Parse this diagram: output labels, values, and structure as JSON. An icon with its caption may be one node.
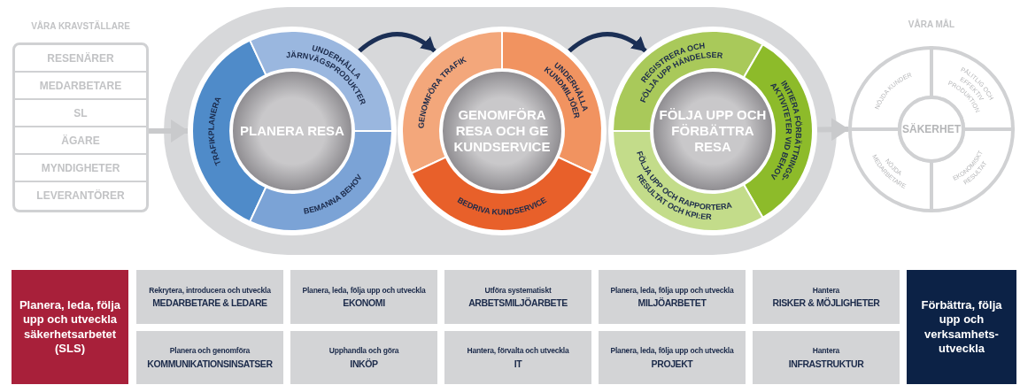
{
  "diagram": {
    "nodes": [
      {
        "text": [
          "VÅRA KRAVSTÄLLARE"
        ]
      },
      {
        "text": [
          "RESENÄRER"
        ],
        "in": 0
      },
      {
        "text": [
          "MEDARBETARE"
        ],
        "in": 0
      },
      {
        "text": [
          "SL"
        ],
        "in": 0
      },
      {
        "text": [
          "ÄGARE"
        ],
        "in": 0
      },
      {
        "text": [
          "MYNDIGHETER"
        ],
        "in": 0
      },
      {
        "text": [
          "LEVERANTÖRER"
        ],
        "in": 0
      },
      {
        "text": [
          "PLANERA RESA"
        ]
      },
      {
        "text": [
          "TRAFIKPLANERA"
        ],
        "in": 7
      },
      {
        "text": [
          "UNDERHÅLLA JÄRNVÄGSPRODUKTER"
        ],
        "in": 7
      },
      {
        "text": [
          "BEMANNA BEHOV"
        ],
        "in": 7
      },
      {
        "text": [
          "GENOMFÖRA RESA OCH GE KUNDSERVICE"
        ]
      },
      {
        "text": [
          "GENOMFÖRA TRAFIK"
        ],
        "in": 11
      },
      {
        "text": [
          "UNDERHÅLLA KUNDMILJÖER"
        ],
        "in": 11
      },
      {
        "text": [
          "BEDRIVA KUNDSERVICE"
        ],
        "in": 11
      },
      {
        "text": [
          "FÖLJA UPP OCH FÖRBÄTTRA RESA"
        ]
      },
      {
        "text": [
          "REGISTRERA OCH FÖLJA UPP HÄNDELSER"
        ],
        "in": 15
      },
      {
        "text": [
          "INITIERA FÖRBÄTTRINGS- AKTIVITETER VID BEHOV"
        ],
        "in": 15
      },
      {
        "text": [
          "FÖLJA UPP OCH RAPPORTERA RESULTAT OCH KPI:ER"
        ],
        "in": 15
      },
      {
        "text": [
          "VÅRA MÅL"
        ]
      },
      {
        "text": [
          "SÄKERHET"
        ],
        "in": 19
      },
      {
        "text": [
          "NÖJDA KUNDER"
        ],
        "in": 19
      },
      {
        "text": [
          "PÅLITLIG OCH EFFEKTIV PRODUKTION"
        ],
        "in": 19
      },
      {
        "text": [
          "NÖJDA MEDARBETARE"
        ],
        "in": 19
      },
      {
        "text": [
          "EKONOMISKT RESULTAT"
        ],
        "in": 19
      },
      {
        "text": [
          "Planera, leda, följa upp och utveckla säkerhetsarbetet (SLS)"
        ]
      },
      {
        "text": [
          "Rekrytera, introducera och utveckla",
          "MEDARBETARE & LEDARE"
        ]
      },
      {
        "text": [
          "Planera, leda, följa upp och utveckla",
          "EKONOMI"
        ]
      },
      {
        "text": [
          "Utföra systematiskt",
          "ARBETSMILJÖARBETE"
        ]
      },
      {
        "text": [
          "Planera, leda, följa upp och utveckla",
          "MILJÖARBETET"
        ]
      },
      {
        "text": [
          "Hantera",
          "RISKER & MÖJLIGHETER"
        ]
      },
      {
        "text": [
          "Planera och genomföra",
          "KOMMUNIKATIONSINSATSER"
        ]
      },
      {
        "text": [
          "Upphandla och göra",
          "INKÖP"
        ]
      },
      {
        "text": [
          "Hantera, förvalta och utveckla",
          "IT"
        ]
      },
      {
        "text": [
          "Planera, leda, följa upp och utveckla",
          "PROJEKT"
        ]
      },
      {
        "text": [
          "Hantera",
          "INFRASTRUKTUR"
        ]
      },
      {
        "text": [
          "Förbättra, följa upp och verksamhets- utveckla"
        ]
      }
    ],
    "edges": [
      {
        "from": 0,
        "to": 7,
        "arrow": "to",
        "color": "#c9cacc"
      },
      {
        "from": 7,
        "to": 11,
        "arrow": "to",
        "color": "#1b2f55"
      },
      {
        "from": 11,
        "to": 15,
        "arrow": "to",
        "color": "#1b2f55"
      },
      {
        "from": 15,
        "to": 19,
        "arrow": "to",
        "color": "#c9cacc"
      }
    ]
  }
}
